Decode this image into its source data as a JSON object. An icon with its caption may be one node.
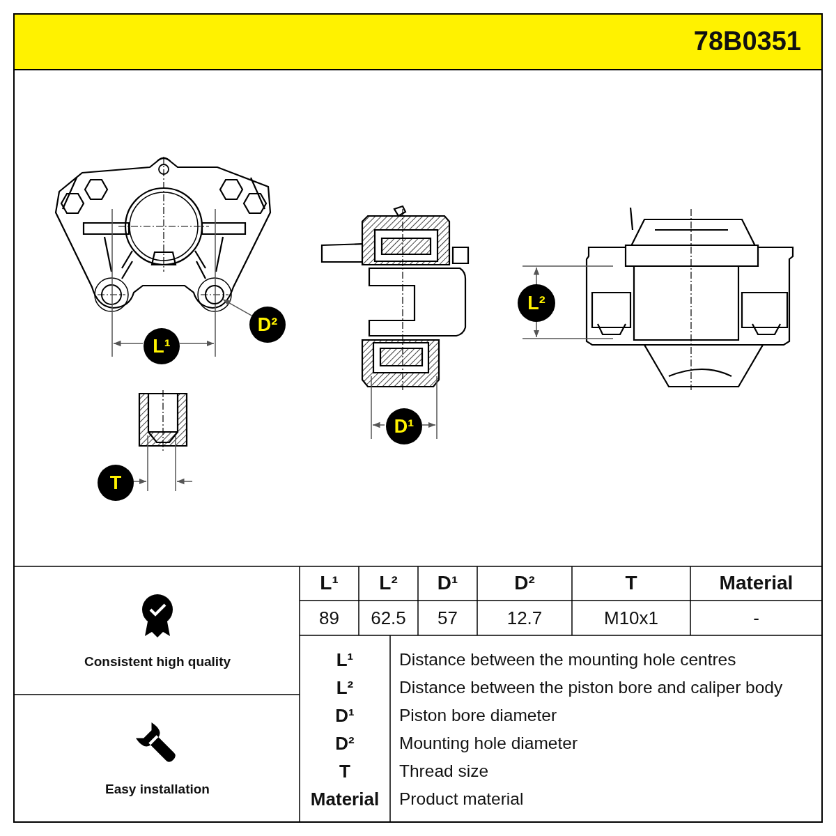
{
  "diagram": {
    "nodes": [
      {
        "text": [],
        "shape": "circle"
      },
      {
        "text": [
          "L²"
        ]
      },
      {
        "text": [
          "D²"
        ]
      },
      {
        "text": [
          "L¹"
        ]
      },
      {
        "text": [
          "D¹"
        ]
      },
      {
        "text": [
          "T"
        ]
      }
    ],
    "edges": [
      {
        "from": 2,
        "to": 0,
        "arrow": "to"
      }
    ],
    "labels": [
      "78B0351",
      "Consistent high quality",
      "Easy installation",
      "L¹",
      "L²",
      "D¹",
      "D²",
      "T",
      "Material",
      "89",
      "62.5",
      "57",
      "12.7",
      "M10x1",
      "-",
      "L¹",
      "Distance between the mounting hole centres",
      "L²",
      "Distance between the piston bore and caliper body",
      "D¹",
      "Piston bore diameter",
      "D²",
      "Mounting hole diameter",
      "T",
      "Thread size",
      "Material",
      "Product material"
    ]
  }
}
